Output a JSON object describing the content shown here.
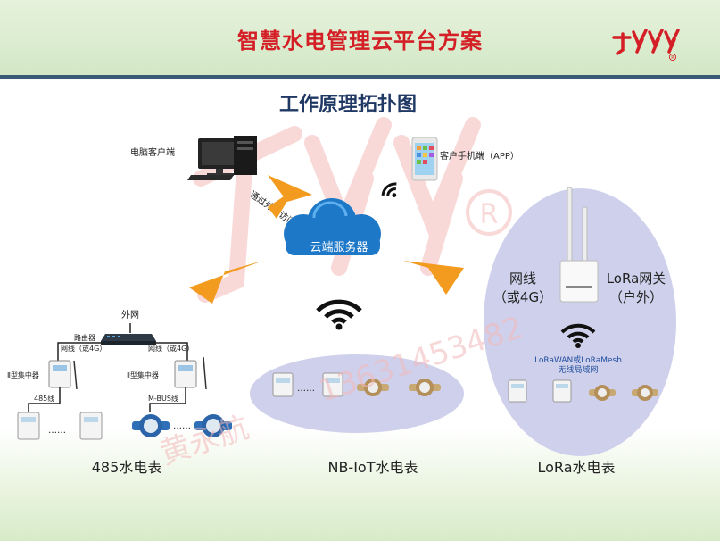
{
  "header": {
    "title": "智慧水电管理云平台方案"
  },
  "diagram": {
    "title": "工作原理拓扑图",
    "pc_label": "电脑客户端",
    "mobile_label": "客户手机端（APP）",
    "internet_access": "通过外网访问",
    "cloud_label": "云端服务器",
    "outer_network": "外网",
    "router": "路由器",
    "net_left": "网线（或4G）",
    "net_right": "网线（或4G）",
    "concentrator_left": "Ⅱ型集中器",
    "concentrator_right": "Ⅱ型集中器",
    "line485": "485线",
    "mbus": "M-BUS线",
    "dots": "……",
    "dots2": "……",
    "dots3": "……",
    "lora_net_1": "网线",
    "lora_net_2": "（或4G）",
    "lora_gw_1": "LoRa网关",
    "lora_gw_2": "（户外）",
    "lora_wan": "LoRaWAN或LoRaMesh",
    "lora_wan_2": "无线局域网",
    "cat_485": "485水电表",
    "cat_nbiot": "NB-IoT水电表",
    "cat_lora": "LoRa水电表",
    "watermark_phone": "13631453482",
    "watermark_name": "黄永航"
  },
  "colors": {
    "title_red": "#d41f26",
    "navy": "#1f3864",
    "arrow_orange": "#f39b1f",
    "ellipse_lavender": "#cfd0eb",
    "cloud_blue": "#1e78c8",
    "rule_steel": "#3a5b74"
  },
  "icons": [
    "logo-icon",
    "pc-icon",
    "phone-icon",
    "wifi-icon",
    "cloud-icon",
    "switch-icon",
    "concentrator-icon",
    "meter-icon",
    "water-meter-icon",
    "gateway-icon",
    "arrow-icon"
  ]
}
